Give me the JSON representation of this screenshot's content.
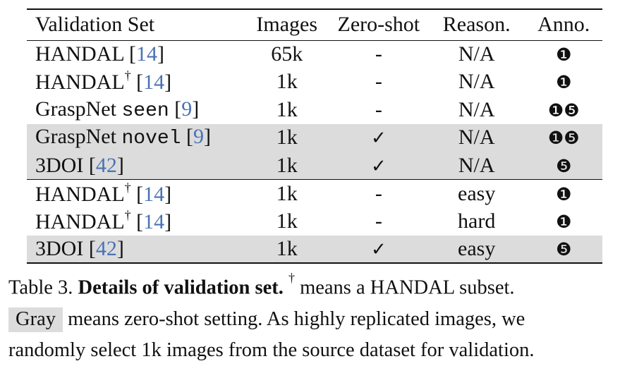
{
  "table": {
    "headers": [
      "Validation Set",
      "Images",
      "Zero-shot",
      "Reason.",
      "Anno."
    ],
    "rows": [
      {
        "name": "HANDAL",
        "dagger": "",
        "split": "",
        "cite": "14",
        "images": "65k",
        "zero_shot": "-",
        "reason": "N/A",
        "anno": "❶",
        "gray": false
      },
      {
        "name": "HANDAL",
        "dagger": "†",
        "split": "",
        "cite": "14",
        "images": "1k",
        "zero_shot": "-",
        "reason": "N/A",
        "anno": "❶",
        "gray": false
      },
      {
        "name": "GraspNet",
        "dagger": "",
        "split": "seen",
        "cite": "9",
        "images": "1k",
        "zero_shot": "-",
        "reason": "N/A",
        "anno": "❶❺",
        "gray": false
      },
      {
        "name": "GraspNet",
        "dagger": "",
        "split": "novel",
        "cite": "9",
        "images": "1k",
        "zero_shot": "✓",
        "reason": "N/A",
        "anno": "❶❺",
        "gray": true
      },
      {
        "name": "3DOI",
        "dagger": "",
        "split": "",
        "cite": "42",
        "images": "1k",
        "zero_shot": "✓",
        "reason": "N/A",
        "anno": "❺",
        "gray": true
      },
      {
        "name": "HANDAL",
        "dagger": "†",
        "split": "",
        "cite": "14",
        "images": "1k",
        "zero_shot": "-",
        "reason": "easy",
        "anno": "❶",
        "gray": false
      },
      {
        "name": "HANDAL",
        "dagger": "†",
        "split": "",
        "cite": "14",
        "images": "1k",
        "zero_shot": "-",
        "reason": "hard",
        "anno": "❶",
        "gray": false
      },
      {
        "name": "3DOI",
        "dagger": "",
        "split": "",
        "cite": "42",
        "images": "1k",
        "zero_shot": "✓",
        "reason": "easy",
        "anno": "❺",
        "gray": true
      }
    ]
  },
  "caption": {
    "label": "Table 3.",
    "bold_title": "Details of validation set.",
    "dagger": "†",
    "line1_rest": "means a HANDAL subset.",
    "gray_word": "Gray",
    "line2_rest": "means zero-shot setting. As highly replicated images, we",
    "line3": "randomly select 1k images from the source dataset for validation."
  },
  "colors": {
    "gray_fill": "#dcdcdc",
    "citation_blue": "#4a72b4",
    "rule": "#111111"
  }
}
